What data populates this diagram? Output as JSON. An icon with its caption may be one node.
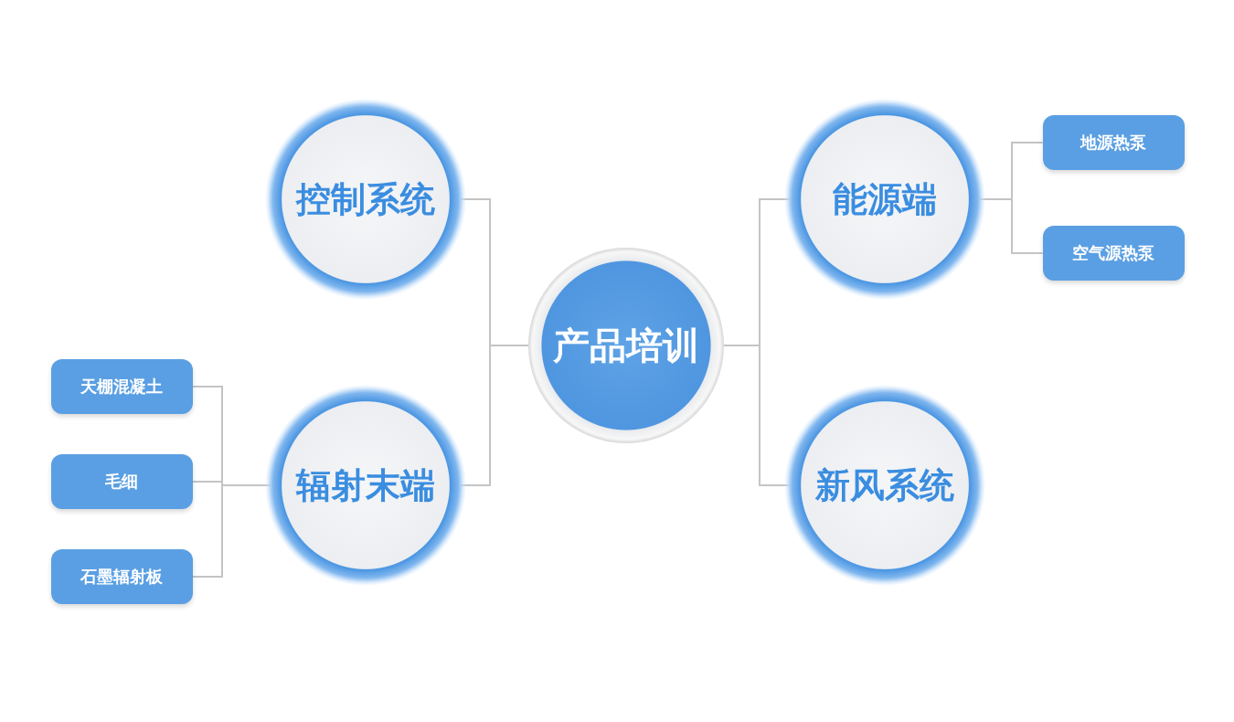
{
  "diagram": {
    "nodes": [
      {
        "text": [
          "产品培训"
        ]
      },
      {
        "text": [
          "控制系统"
        ]
      },
      {
        "text": [
          "辐射末端"
        ]
      },
      {
        "text": [
          "能源端"
        ]
      },
      {
        "text": [
          "新风系统"
        ]
      },
      {
        "text": [
          "天棚混凝土"
        ]
      },
      {
        "text": [
          "毛细"
        ]
      },
      {
        "text": [
          "石墨辐射板"
        ]
      },
      {
        "text": [
          "地源热泵"
        ]
      },
      {
        "text": [
          "空气源热泵"
        ]
      }
    ],
    "edges": [
      {
        "from": 0,
        "to": 1,
        "arrow": "none"
      },
      {
        "from": 0,
        "to": 2,
        "arrow": "none"
      },
      {
        "from": 0,
        "to": 3,
        "arrow": "none"
      },
      {
        "from": 0,
        "to": 4,
        "arrow": "none"
      },
      {
        "from": 2,
        "to": 5,
        "arrow": "none"
      },
      {
        "from": 2,
        "to": 6,
        "arrow": "none"
      },
      {
        "from": 2,
        "to": 7,
        "arrow": "none"
      },
      {
        "from": 3,
        "to": 8,
        "arrow": "none"
      },
      {
        "from": 3,
        "to": 9,
        "arrow": "none"
      }
    ]
  }
}
